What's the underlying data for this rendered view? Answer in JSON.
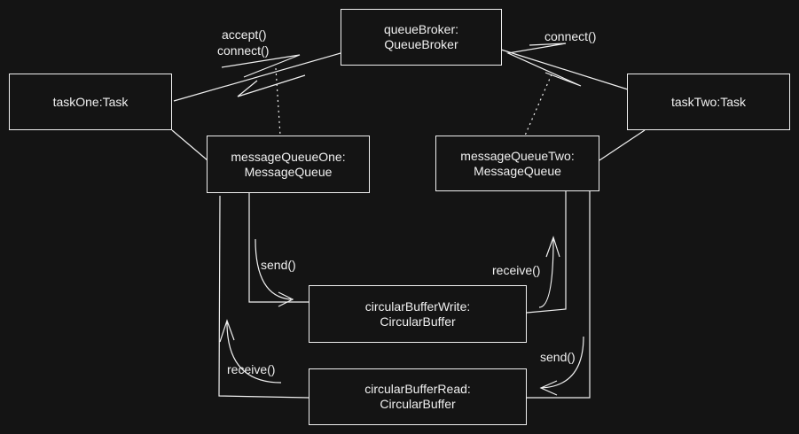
{
  "nodes": {
    "queue_broker": {
      "line1": "queueBroker:",
      "line2": "QueueBroker"
    },
    "task_one": {
      "label": "taskOne:Task"
    },
    "task_two": {
      "label": "taskTwo:Task"
    },
    "message_queue_one": {
      "line1": "messageQueueOne:",
      "line2": "MessageQueue"
    },
    "message_queue_two": {
      "line1": "messageQueueTwo:",
      "line2": "MessageQueue"
    },
    "circular_buffer_write": {
      "line1": "circularBufferWrite:",
      "line2": "CircularBuffer"
    },
    "circular_buffer_read": {
      "line1": "circularBufferRead:",
      "line2": "CircularBuffer"
    }
  },
  "edge_labels": {
    "accept": "accept()",
    "connect_left": "connect()",
    "connect_right": "connect()",
    "send_one": "send()",
    "receive_one": "receive()",
    "receive_two": "receive()",
    "send_two": "send()"
  },
  "colors": {
    "background": "#141414",
    "stroke": "#f0f0f0"
  }
}
